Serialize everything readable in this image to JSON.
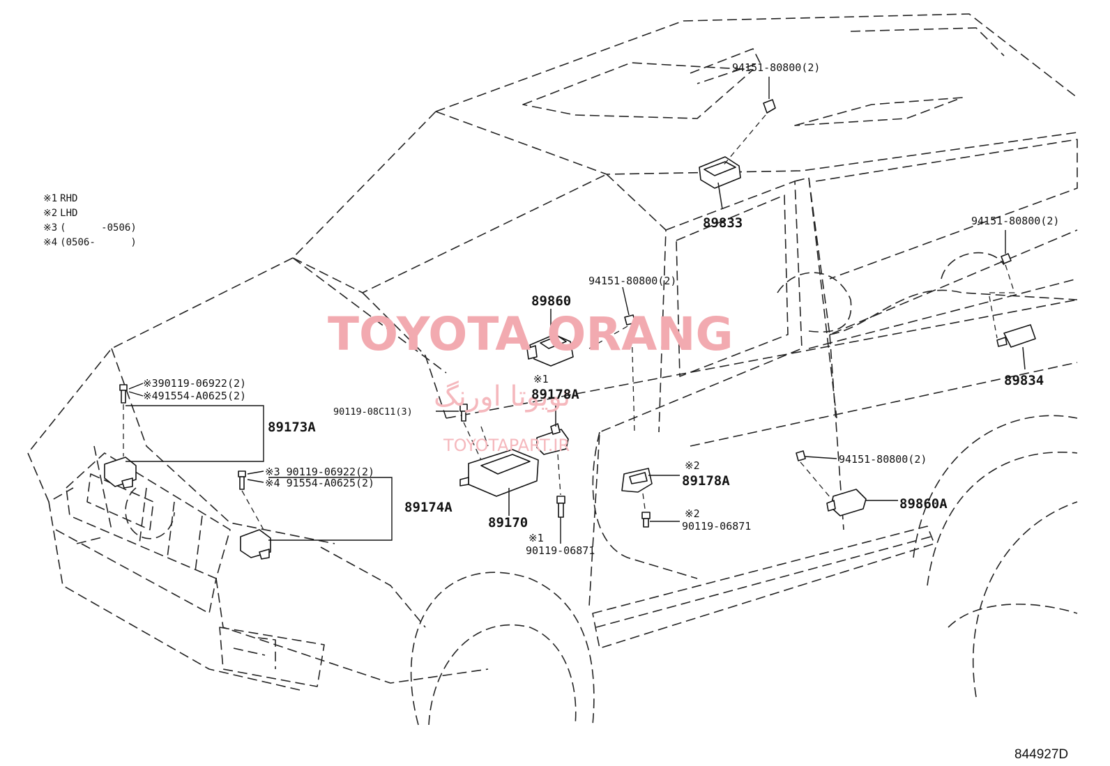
{
  "notes": [
    {
      "mark": "※1",
      "text": "RHD"
    },
    {
      "mark": "※2",
      "text": "LHD"
    },
    {
      "mark": "※3",
      "text": "(      -0506)"
    },
    {
      "mark": "※4",
      "text": "(0506-      )"
    }
  ],
  "watermark": {
    "latin": "TOYOTA ORANG",
    "persian": "تویوتا اورنگ",
    "site": "TOYOTAPART.IR"
  },
  "callouts": {
    "p94151_roof": "94151-80800(2)",
    "p89833": "89833",
    "p94151_rear": "94151-80800(2)",
    "p89834": "89834",
    "p94151_pillar": "94151-80800(2)",
    "p89860": "89860",
    "p89178a_rhd_mark": "※1",
    "p89178a_rhd": "89178A",
    "p90119_08c11": "90119-08C11(3)",
    "p90119_06922_a": "※390119-06922(2)",
    "p91554_a0625_a": "※491554-A0625(2)",
    "p89173a": "89173A",
    "p90119_06922_b": "※3 90119-06922(2)",
    "p91554_a0625_b": "※4 91554-A0625(2)",
    "p89174a": "89174A",
    "p89170": "89170",
    "p89178a_lhd_mark": "※2",
    "p89178a_lhd": "89178A",
    "p90119_06871_lhd_mark": "※2",
    "p90119_06871_lhd": "90119-06871",
    "p90119_06871_rhd_mark": "※1",
    "p90119_06871_rhd": "90119-06871",
    "p94151_sill": "94151-80800(2)",
    "p89860a": "89860A"
  },
  "diagram_code": "844927D"
}
